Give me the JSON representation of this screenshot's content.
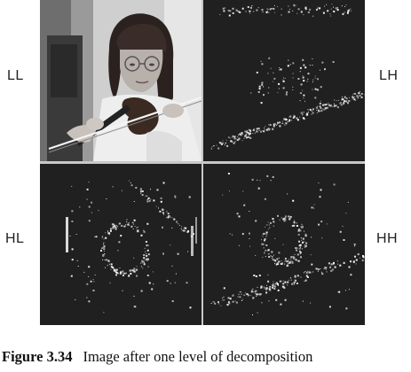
{
  "subband_labels": {
    "ll": "LL",
    "lh": "LH",
    "hl": "HL",
    "hh": "HH"
  },
  "caption": {
    "figure_number": "Figure 3.34",
    "text": "Image after one level of decomposition"
  }
}
